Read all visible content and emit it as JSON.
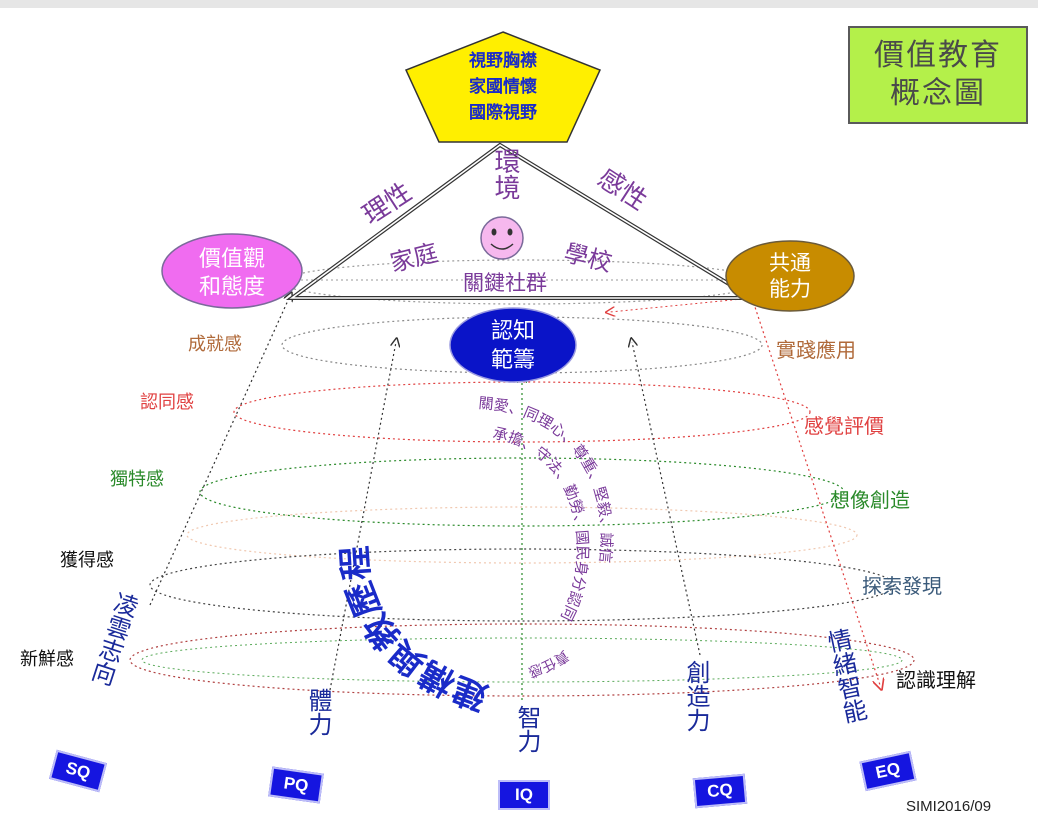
{
  "title": {
    "line1": "價值教育",
    "line2": "概念圖"
  },
  "pentagon": {
    "line1": "視野胸襟",
    "line2": "家國情懷",
    "line3": "國際視野"
  },
  "triangle": {
    "rational": "理性",
    "emotional": "感性",
    "environment": "環境",
    "family": "家庭",
    "school": "學校",
    "community": "關鍵社群"
  },
  "left_node": {
    "line1": "價值觀",
    "line2": "和態度"
  },
  "right_node": {
    "line1": "共通",
    "line2": "能力"
  },
  "center_node": {
    "line1": "認知",
    "line2": "範籌"
  },
  "left_levels": [
    "成就感",
    "認同感",
    "獨特感",
    "獲得感",
    "新鮮感"
  ],
  "right_levels": [
    "實踐應用",
    "感覺評價",
    "想像創造",
    "探索發現",
    "認識理解"
  ],
  "axes": [
    "凌雲志向",
    "體力",
    "智力",
    "創造力",
    "情緒智能"
  ],
  "q_labels": [
    "SQ",
    "PQ",
    "IQ",
    "CQ",
    "EQ"
  ],
  "spiral_outer": "建構與教歷程",
  "spiral_inner1": "關愛、同理心、尊重、堅毅、誠信",
  "spiral_inner2": "承擔、守法、勤勞、國民身分認同",
  "spiral_inner3": "責任感",
  "credit": "SIMI2016/09",
  "colors": {
    "title_bg": "#b4f04a",
    "pentagon_bg": "#ffef00",
    "pentagon_text": "#1a2bc8",
    "left_node": "#f06cf0",
    "right_node": "#c88c00",
    "center_node": "#0a14c8",
    "purple_text": "#7a3a9a",
    "q_box": "#1515e0",
    "ring1": "#b06a3a",
    "ring2": "#e04040",
    "ring3": "#2a8a2a",
    "ring4": "#6a6aa0",
    "ring5": "#a04040"
  }
}
